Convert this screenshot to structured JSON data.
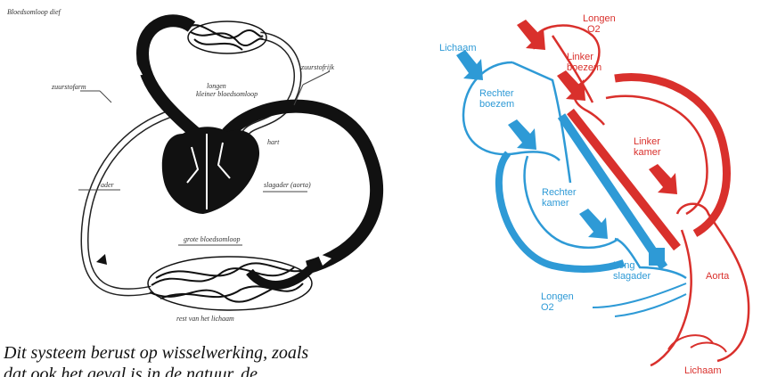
{
  "left_diagram": {
    "title": "Bloedsomloop dief",
    "labels": {
      "longen": "longen",
      "kleiner": "kleiner bloedsomloop",
      "zuurstofarm": "zuurstofarm",
      "zuurstofrijk": "zuurstofrijk",
      "hart": "hart",
      "ader": "ader",
      "slagader": "slagader (aorta)",
      "groter": "grote bloedsomloop",
      "rest": "rest van het lichaam"
    }
  },
  "caption": {
    "line1": "Dit systeem berust op wisselwerking, zoals",
    "line2": "dat ook het geval is in de natuur, de"
  },
  "right_diagram": {
    "colors": {
      "deoxygenated": "#2e9ad6",
      "oxygenated": "#d9302c"
    },
    "labels": {
      "longen_top": "Longen",
      "o2_top": "O2",
      "lichaam_top": "Lichaam",
      "linker": "Linker",
      "boezem_l": "boezem",
      "rechter": "Rechter",
      "boezem_r": "boezem",
      "linker_k": "Linker",
      "kamer_l": "kamer",
      "rechter_k": "Rechter",
      "kamer_r": "kamer",
      "long": "Long",
      "slagader": "slagader",
      "aorta": "Aorta",
      "longen_bottom": "Longen",
      "o2_bottom": "O2",
      "lichaam_bottom": "Lichaam"
    }
  }
}
